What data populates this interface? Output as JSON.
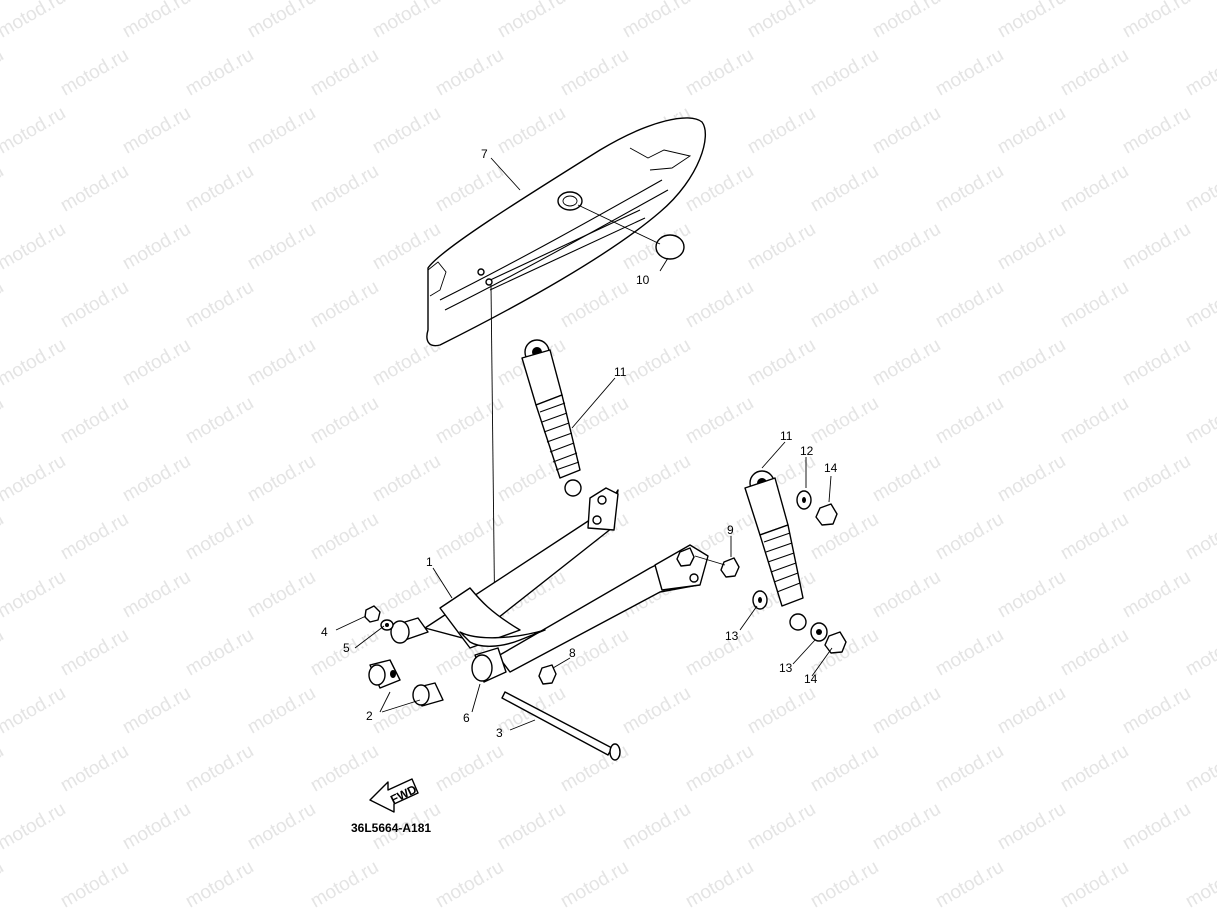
{
  "watermark": "motod.ru",
  "diagram_code": "36L5664-A181",
  "fwd_label": "FWD",
  "callouts": [
    {
      "id": "c7",
      "text": "7"
    },
    {
      "id": "c10",
      "text": "10"
    },
    {
      "id": "c11a",
      "text": "11"
    },
    {
      "id": "c11b",
      "text": "11"
    },
    {
      "id": "c12",
      "text": "12"
    },
    {
      "id": "c14a",
      "text": "14"
    },
    {
      "id": "c9",
      "text": "9"
    },
    {
      "id": "c1",
      "text": "1"
    },
    {
      "id": "c4",
      "text": "4"
    },
    {
      "id": "c5",
      "text": "5"
    },
    {
      "id": "c13a",
      "text": "13"
    },
    {
      "id": "c8",
      "text": "8"
    },
    {
      "id": "c13b",
      "text": "13"
    },
    {
      "id": "c14b",
      "text": "14"
    },
    {
      "id": "c2",
      "text": "2"
    },
    {
      "id": "c6",
      "text": "6"
    },
    {
      "id": "c3",
      "text": "3"
    }
  ]
}
